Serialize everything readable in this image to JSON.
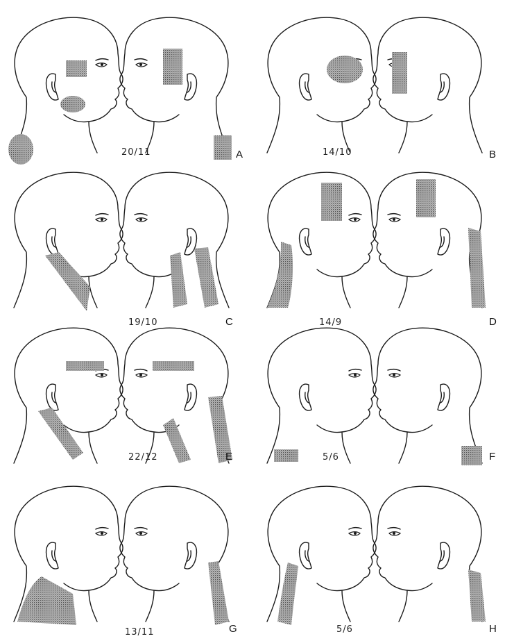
{
  "panels": [
    {
      "letter": "A",
      "caption": "20/11"
    },
    {
      "letter": "B",
      "caption": "14/10"
    },
    {
      "letter": "C",
      "caption": "19/10"
    },
    {
      "letter": "D",
      "caption": "14/9"
    },
    {
      "letter": "E",
      "caption": "22/12"
    },
    {
      "letter": "F",
      "caption": "5/6"
    },
    {
      "letter": "G",
      "caption": "13/11"
    },
    {
      "letter": "H",
      "caption": "5/6"
    }
  ]
}
